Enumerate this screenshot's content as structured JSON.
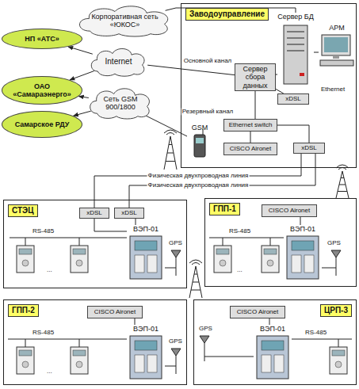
{
  "diagram": {
    "nodes": [
      {
        "text": [
          "Корпоративная сеть «ЮКОС»"
        ]
      },
      {
        "text": [
          "НП «АТС»"
        ]
      },
      {
        "text": [
          "Internet"
        ]
      },
      {
        "text": [
          "ОАО «Самараэнерго»"
        ]
      },
      {
        "text": [
          "Сеть GSM 900/1800"
        ]
      },
      {
        "text": [
          "Самарское РДУ"
        ]
      },
      {
        "text": [
          "Заводоуправление"
        ]
      },
      {
        "text": [
          "Сервер БД"
        ],
        "in": 6
      },
      {
        "text": [
          "АРМ"
        ],
        "in": 6
      },
      {
        "text": [
          "Сервер сбора данных"
        ],
        "in": 6
      },
      {
        "text": [
          "GSM"
        ],
        "in": 6
      },
      {
        "text": [
          "Ethernet switch"
        ],
        "in": 6
      },
      {
        "text": [
          "CISCO Aironet"
        ],
        "in": 6
      },
      {
        "text": [
          "xDSL"
        ],
        "in": 6
      },
      {
        "text": [
          "xDSL"
        ],
        "in": 6
      },
      {
        "text": [
          "СТЭЦ"
        ]
      },
      {
        "text": [
          "xDSL"
        ],
        "in": 15
      },
      {
        "text": [
          "xDSL"
        ],
        "in": 15
      },
      {
        "text": [
          "ВЭП-01"
        ],
        "in": 15
      },
      {
        "text": [
          "ГПП-1"
        ]
      },
      {
        "text": [
          "CISCO Aironet"
        ],
        "in": 19
      },
      {
        "text": [
          "ВЭП-01"
        ],
        "in": 19
      },
      {
        "text": [
          "ГПП-2"
        ]
      },
      {
        "text": [
          "CISCO Aironet"
        ],
        "in": 22
      },
      {
        "text": [
          "ВЭП-01"
        ],
        "in": 22
      },
      {
        "text": [
          "ЦРП-3"
        ]
      },
      {
        "text": [
          "CISCO Aironet"
        ],
        "in": 25
      },
      {
        "text": [
          "ВЭП-01"
        ],
        "in": 25
      }
    ],
    "edges": [
      {
        "from": 0,
        "to": 7,
        "arrow": "none"
      },
      {
        "from": 2,
        "to": 1,
        "arrow": "to"
      },
      {
        "from": 2,
        "to": 3,
        "arrow": "to"
      },
      {
        "from": 4,
        "to": 3,
        "arrow": "to"
      },
      {
        "from": 4,
        "to": 5,
        "arrow": "to"
      },
      {
        "from": 2,
        "to": 9,
        "label": "Основной канал",
        "arrow": "none"
      },
      {
        "from": 4,
        "to": 10,
        "label": "Резервный канал",
        "arrow": "none"
      },
      {
        "from": 9,
        "to": 7,
        "arrow": "none"
      },
      {
        "from": 7,
        "to": 8,
        "arrow": "none"
      },
      {
        "from": 9,
        "to": 13,
        "arrow": "none"
      },
      {
        "from": 9,
        "to": 11,
        "arrow": "none"
      },
      {
        "from": 11,
        "to": 12,
        "arrow": "none"
      },
      {
        "from": 11,
        "to": 14,
        "arrow": "none"
      },
      {
        "from": 14,
        "to": 16,
        "label": "Физическая двухпроводная линия",
        "arrow": "none"
      },
      {
        "from": 14,
        "to": 17,
        "label": "Физическая двухпроводная линия",
        "arrow": "none"
      },
      {
        "from": 16,
        "to": 18,
        "arrow": "none"
      },
      {
        "from": 17,
        "to": 18,
        "arrow": "none"
      },
      {
        "from": 20,
        "to": 21,
        "arrow": "none"
      },
      {
        "from": 23,
        "to": 24,
        "arrow": "none"
      },
      {
        "from": 26,
        "to": 27,
        "arrow": "none"
      }
    ],
    "labels": [
      "Ethernet",
      "RS-485",
      "GPS",
      "...",
      "RS-485",
      "GPS",
      "...",
      "RS-485",
      "GPS",
      "...",
      "RS-485",
      "GPS"
    ]
  }
}
